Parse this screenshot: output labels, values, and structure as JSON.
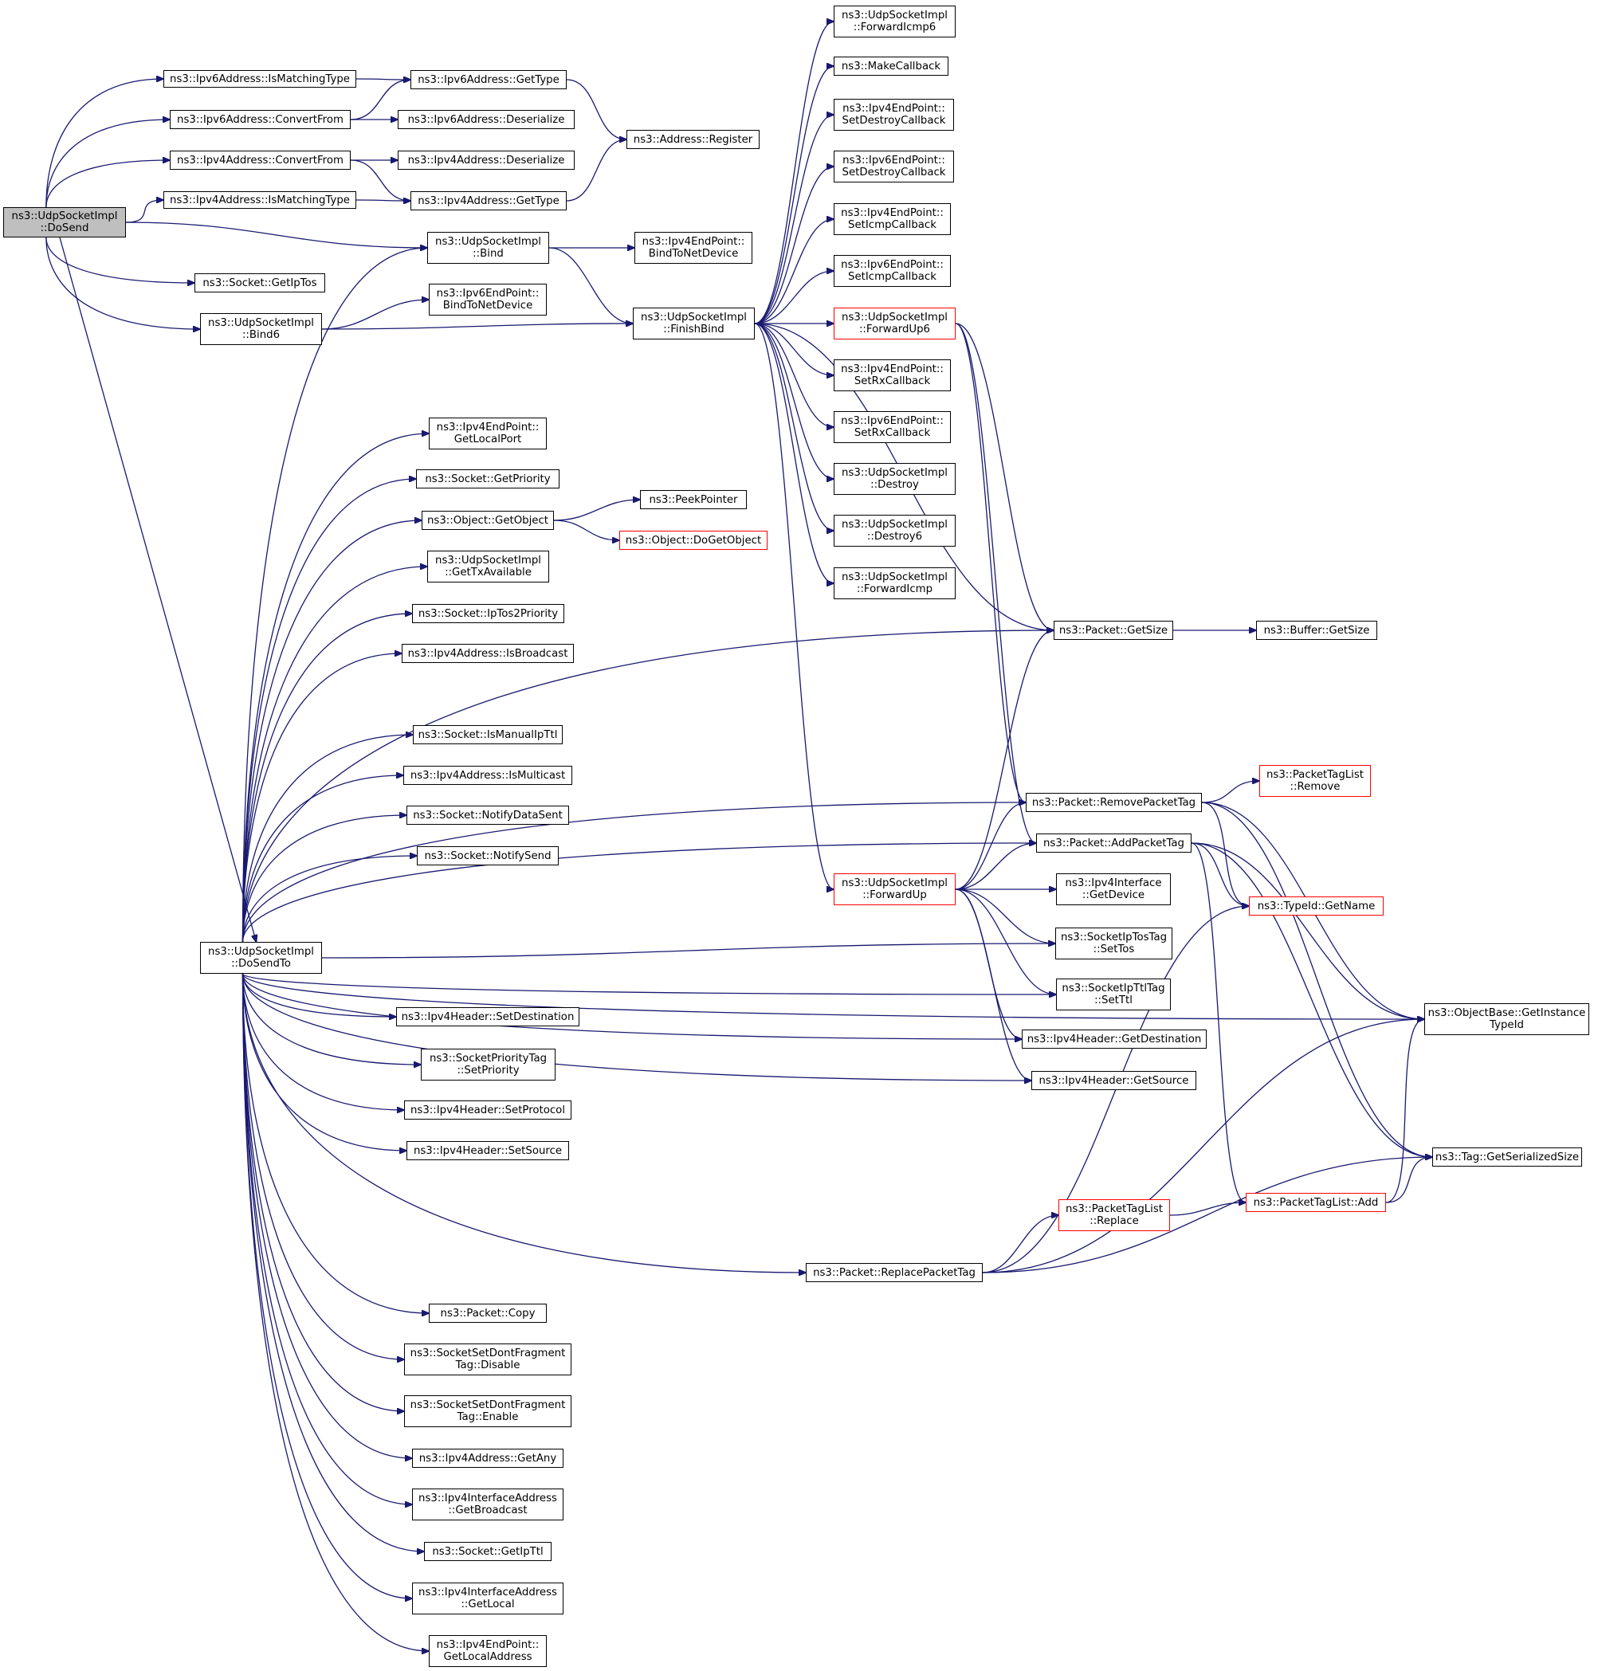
{
  "colors": {
    "edge": "#191970",
    "border_default": "#000000",
    "border_truncated": "#ff0000",
    "root_fill": "#bfbfbf",
    "node_fill": "#ffffff"
  },
  "nodes": {
    "dosend": [
      "ns3::UdpSocketImpl",
      "::DoSend"
    ],
    "ipv6_ismatching": [
      "ns3::Ipv6Address::IsMatchingType"
    ],
    "ipv6_convertfrom": [
      "ns3::Ipv6Address::ConvertFrom"
    ],
    "ipv4_convertfrom": [
      "ns3::Ipv4Address::ConvertFrom"
    ],
    "ipv4_ismatching": [
      "ns3::Ipv4Address::IsMatchingType"
    ],
    "ipv6_gettype": [
      "ns3::Ipv6Address::GetType"
    ],
    "ipv6_deserialize": [
      "ns3::Ipv6Address::Deserialize"
    ],
    "ipv4_deserialize": [
      "ns3::Ipv4Address::Deserialize"
    ],
    "ipv4_gettype": [
      "ns3::Ipv4Address::GetType"
    ],
    "address_register": [
      "ns3::Address::Register"
    ],
    "bind": [
      "ns3::UdpSocketImpl",
      "::Bind"
    ],
    "socket_getiptos": [
      "ns3::Socket::GetIpTos"
    ],
    "bind6": [
      "ns3::UdpSocketImpl",
      "::Bind6"
    ],
    "ipv6ep_bindtonetdevice": [
      "ns3::Ipv6EndPoint::",
      "BindToNetDevice"
    ],
    "ipv4ep_bindtonetdevice": [
      "ns3::Ipv4EndPoint::",
      "BindToNetDevice"
    ],
    "finishbind": [
      "ns3::UdpSocketImpl",
      "::FinishBind"
    ],
    "forwardicmp6": [
      "ns3::UdpSocketImpl",
      "::ForwardIcmp6"
    ],
    "makecallback": [
      "ns3::MakeCallback"
    ],
    "ipv4ep_setdestroy": [
      "ns3::Ipv4EndPoint::",
      "SetDestroyCallback"
    ],
    "ipv6ep_setdestroy": [
      "ns3::Ipv6EndPoint::",
      "SetDestroyCallback"
    ],
    "ipv4ep_seticmp": [
      "ns3::Ipv4EndPoint::",
      "SetIcmpCallback"
    ],
    "ipv6ep_seticmp": [
      "ns3::Ipv6EndPoint::",
      "SetIcmpCallback"
    ],
    "forwardup6": [
      "ns3::UdpSocketImpl",
      "::ForwardUp6"
    ],
    "ipv4ep_setrx": [
      "ns3::Ipv4EndPoint::",
      "SetRxCallback"
    ],
    "ipv6ep_setrx": [
      "ns3::Ipv6EndPoint::",
      "SetRxCallback"
    ],
    "destroy": [
      "ns3::UdpSocketImpl",
      "::Destroy"
    ],
    "destroy6": [
      "ns3::UdpSocketImpl",
      "::Destroy6"
    ],
    "forwardicmp": [
      "ns3::UdpSocketImpl",
      "::ForwardIcmp"
    ],
    "ipv4ep_getlocalport": [
      "ns3::Ipv4EndPoint::",
      "GetLocalPort"
    ],
    "socket_getpriority": [
      "ns3::Socket::GetPriority"
    ],
    "object_getobject": [
      "ns3::Object::GetObject"
    ],
    "peekpointer": [
      "ns3::PeekPointer"
    ],
    "object_dogetobject": [
      "ns3::Object::DoGetObject"
    ],
    "gettxavailable": [
      "ns3::UdpSocketImpl",
      "::GetTxAvailable"
    ],
    "socket_iptos2priority": [
      "ns3::Socket::IpTos2Priority"
    ],
    "ipv4_isbroadcast": [
      "ns3::Ipv4Address::IsBroadcast"
    ],
    "packet_getsize": [
      "ns3::Packet::GetSize"
    ],
    "buffer_getsize": [
      "ns3::Buffer::GetSize"
    ],
    "socket_ismanualipttl": [
      "ns3::Socket::IsManualIpTtl"
    ],
    "ipv4_ismulticast": [
      "ns3::Ipv4Address::IsMulticast"
    ],
    "packettaglist_remove": [
      "ns3::PacketTagList",
      "::Remove"
    ],
    "packet_removepackettag": [
      "ns3::Packet::RemovePacketTag"
    ],
    "socket_notifydatasent": [
      "ns3::Socket::NotifyDataSent"
    ],
    "packet_addpackettag": [
      "ns3::Packet::AddPacketTag"
    ],
    "socket_notifysend": [
      "ns3::Socket::NotifySend"
    ],
    "forwardup": [
      "ns3::UdpSocketImpl",
      "::ForwardUp"
    ],
    "ipv4iface_getdevice": [
      "ns3::Ipv4Interface",
      "::GetDevice"
    ],
    "typeid_getname": [
      "ns3::TypeId::GetName"
    ],
    "dosendto": [
      "ns3::UdpSocketImpl",
      "::DoSendTo"
    ],
    "sockettostag_settos": [
      "ns3::SocketIpTosTag",
      "::SetTos"
    ],
    "socketttltag_setttl": [
      "ns3::SocketIpTtlTag",
      "::SetTtl"
    ],
    "ipv4header_setdestination": [
      "ns3::Ipv4Header::SetDestination"
    ],
    "ipv4header_getdestination": [
      "ns3::Ipv4Header::GetDestination"
    ],
    "objectbase_getinstancetypeid": [
      "ns3::ObjectBase::GetInstance",
      "TypeId"
    ],
    "socketprioritytag_setpriority": [
      "ns3::SocketPriorityTag",
      "::SetPriority"
    ],
    "ipv4header_getsource": [
      "ns3::Ipv4Header::GetSource"
    ],
    "ipv4header_setprotocol": [
      "ns3::Ipv4Header::SetProtocol"
    ],
    "ipv4header_setsource": [
      "ns3::Ipv4Header::SetSource"
    ],
    "tag_getserializedsize": [
      "ns3::Tag::GetSerializedSize"
    ],
    "packettaglist_replace": [
      "ns3::PacketTagList",
      "::Replace"
    ],
    "packettaglist_add": [
      "ns3::PacketTagList::Add"
    ],
    "packet_replacepackettag": [
      "ns3::Packet::ReplacePacketTag"
    ],
    "packet_copy": [
      "ns3::Packet::Copy"
    ],
    "dontfragment_disable": [
      "ns3::SocketSetDontFragment",
      "Tag::Disable"
    ],
    "dontfragment_enable": [
      "ns3::SocketSetDontFragment",
      "Tag::Enable"
    ],
    "ipv4_getany": [
      "ns3::Ipv4Address::GetAny"
    ],
    "ipv4ifaceaddr_getbroadcast": [
      "ns3::Ipv4InterfaceAddress",
      "::GetBroadcast"
    ],
    "socket_getipttl": [
      "ns3::Socket::GetIpTtl"
    ],
    "ipv4ifaceaddr_getlocal": [
      "ns3::Ipv4InterfaceAddress",
      "::GetLocal"
    ],
    "ipv4ep_getlocaladdress": [
      "ns3::Ipv4EndPoint::",
      "GetLocalAddress"
    ]
  }
}
